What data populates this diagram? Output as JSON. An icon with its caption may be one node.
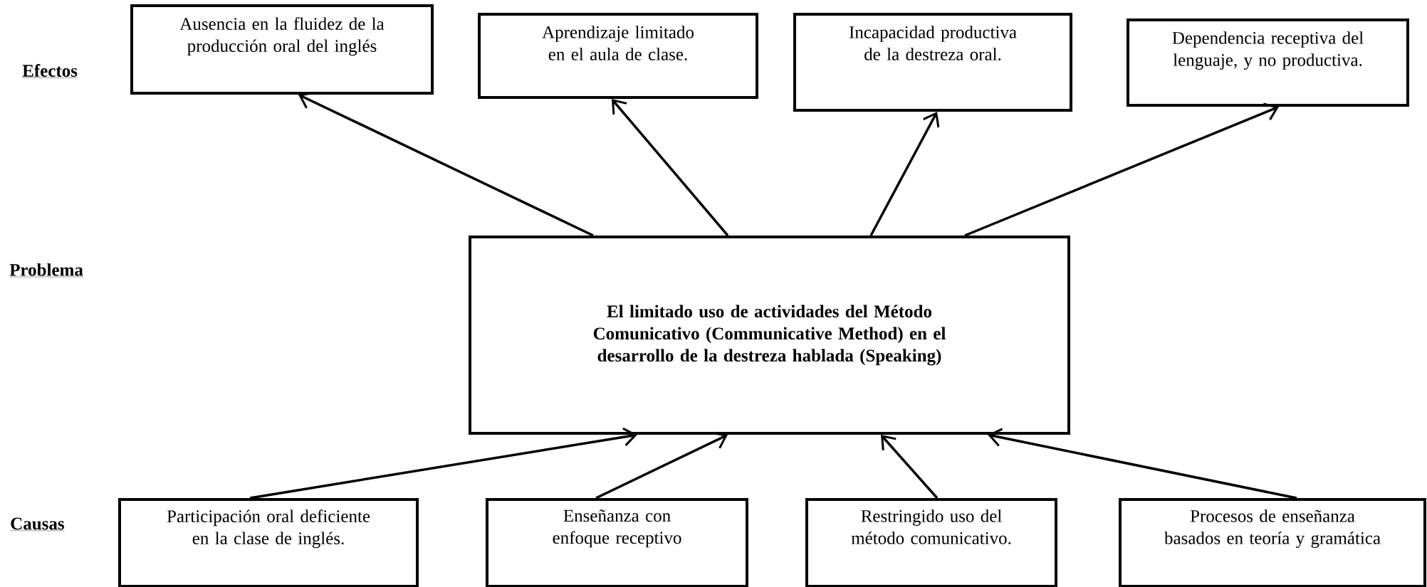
{
  "diagram": {
    "nodes": [
      {
        "text": [
          "Ausencia en la fluidez de la producción oral del inglés"
        ]
      },
      {
        "text": [
          "Aprendizaje limitado en el aula de clase."
        ]
      },
      {
        "text": [
          "Incapacidad productiva de la destreza oral."
        ]
      },
      {
        "text": [
          "Dependencia receptiva del lenguaje, y no productiva."
        ]
      },
      {
        "text": [
          "El limitado uso de actividades del Método Comunicativo (Communicative Method) en el desarrollo de la destreza hablada (Speaking)"
        ]
      },
      {
        "text": [
          "Participación oral deficiente en la clase de inglés."
        ]
      },
      {
        "text": [
          "Enseñanza con enfoque receptivo"
        ]
      },
      {
        "text": [
          "Restringido uso del método comunicativo."
        ]
      },
      {
        "text": [
          "Procesos de enseñanza basados en teoría y gramática"
        ]
      }
    ],
    "edges": [
      {
        "from": 4,
        "to": 0,
        "arrow": "to"
      },
      {
        "from": 4,
        "to": 1,
        "arrow": "to"
      },
      {
        "from": 4,
        "to": 2,
        "arrow": "to"
      },
      {
        "from": 4,
        "to": 3,
        "arrow": "to"
      },
      {
        "from": 5,
        "to": 4,
        "arrow": "to"
      },
      {
        "from": 6,
        "to": 4,
        "arrow": "to"
      },
      {
        "from": 7,
        "to": 4,
        "arrow": "to"
      },
      {
        "from": 8,
        "to": 4,
        "arrow": "to"
      }
    ],
    "labels": [
      "Efectos",
      "Problema",
      "Causas"
    ]
  }
}
